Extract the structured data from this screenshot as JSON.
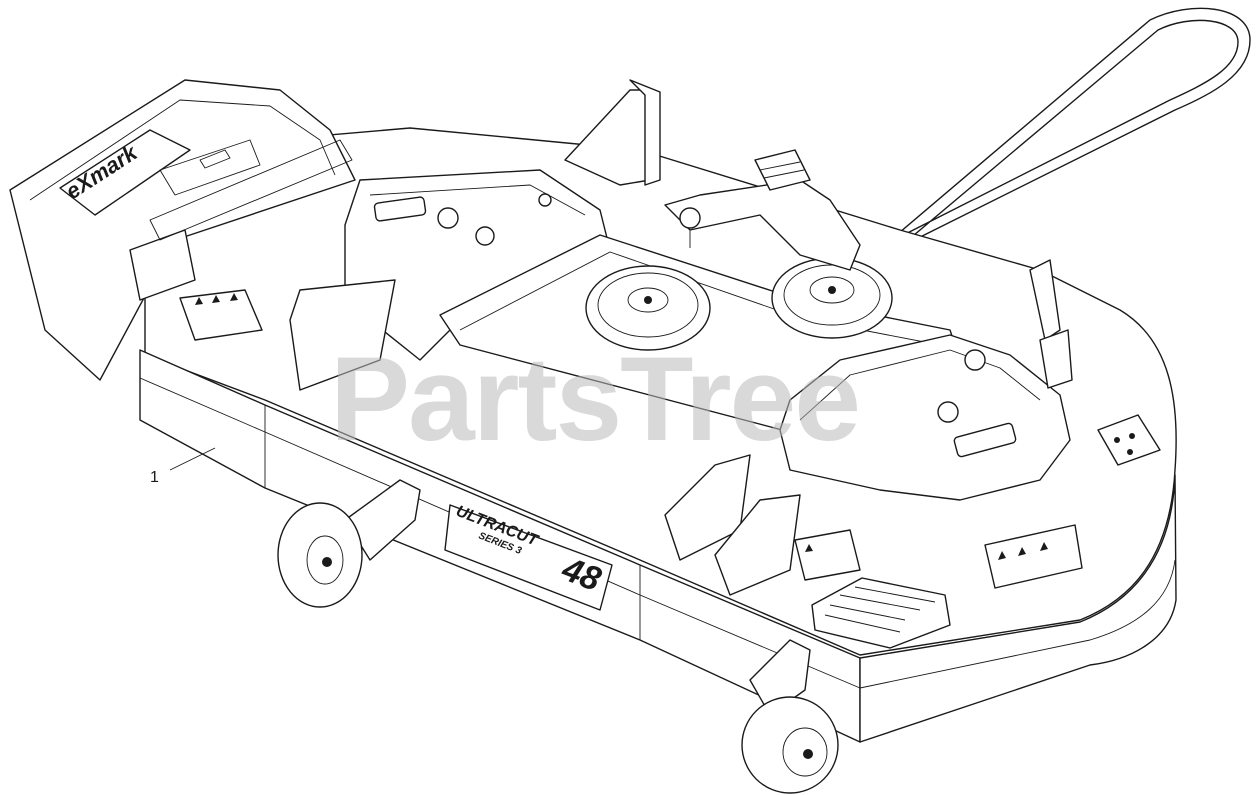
{
  "diagram": {
    "callouts": [
      {
        "number": "1",
        "target": "mower-deck"
      }
    ],
    "labels": {
      "brand_logo": "eXmark",
      "deck_name": "ULTRACUT",
      "deck_series": "SERIES 3",
      "deck_size": "48"
    },
    "watermark": "PartsTree",
    "colors": {
      "line": "#1a1a1a",
      "background": "#ffffff",
      "watermark": "#b9b9b9"
    }
  }
}
